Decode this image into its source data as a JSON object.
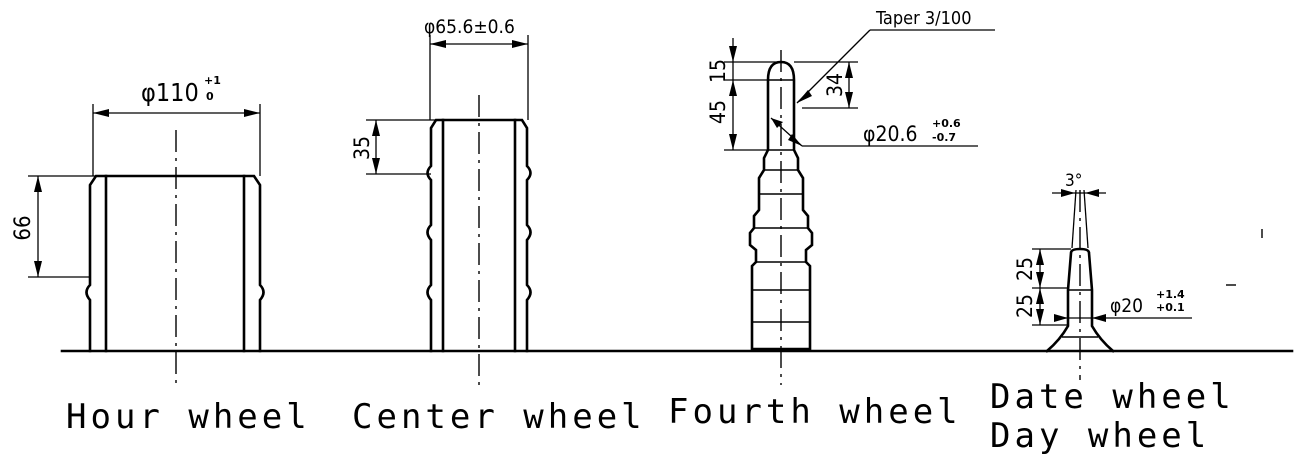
{
  "labels": {
    "hour_wheel": "Hour wheel",
    "center_wheel": "Center wheel",
    "fourth_wheel": "Fourth wheel",
    "date_wheel": "Date wheel",
    "day_wheel": "Day wheel"
  },
  "dimensions": {
    "hour_diameter": "φ110",
    "hour_diameter_upper": "+1",
    "hour_diameter_lower": "0",
    "hour_height": "66",
    "center_diameter": "φ65.6±0.6",
    "center_height": "35",
    "fourth_taper": "Taper 3/100",
    "fourth_top": "15",
    "fourth_mid": "45",
    "fourth_side": "34",
    "fourth_diameter": "φ20.6",
    "fourth_diameter_upper": "+0.6",
    "fourth_diameter_lower": "-0.7",
    "date_angle": "3°",
    "date_upper": "25",
    "date_lower": "25",
    "date_diameter": "φ20",
    "date_diameter_upper": "+1.4",
    "date_diameter_lower": "+0.1"
  }
}
